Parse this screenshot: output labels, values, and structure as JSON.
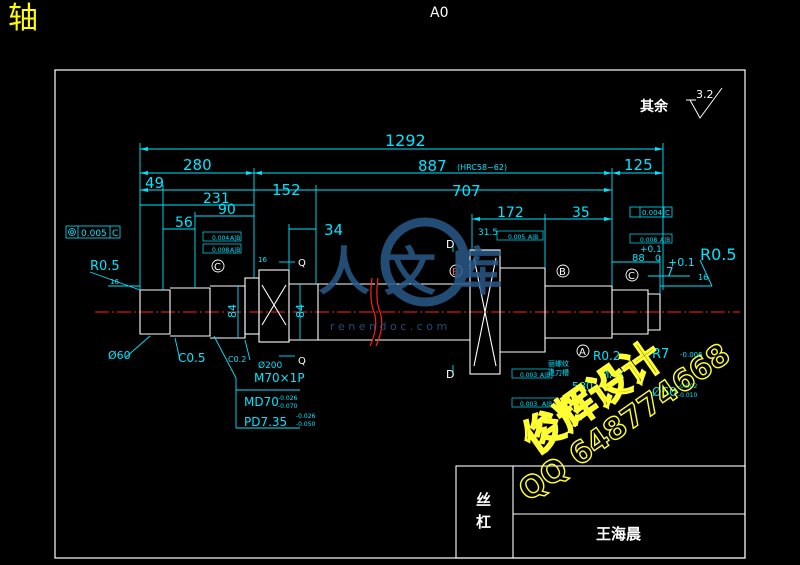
{
  "page": {
    "corner_title": "轴",
    "sheet_size": "A0"
  },
  "colors": {
    "background": "#000000",
    "frame": "#ffffff",
    "dimension": "#00e5ff",
    "part": "#ffffff",
    "centerline": "#ff2020",
    "watermark_yellow": "#ffff33",
    "watermark_blue": "#2a5a8a"
  },
  "drawing": {
    "roughness_note": "其余",
    "roughness_value": "3.2",
    "dimensions": {
      "overall": "1292",
      "d280": "280",
      "d887": "887",
      "hardness": "(HRC58~62)",
      "d125": "125",
      "d49": "49",
      "d231": "231",
      "d152": "152",
      "d707": "707",
      "d90": "90",
      "d56": "56",
      "d34": "34",
      "d172": "172",
      "d35": "35",
      "d31_5": "31.5",
      "d88": "88",
      "tol_plus01a": "+0.1",
      "tol_zero_a": "0",
      "tol_plus01b": "+0.1",
      "d7": "7",
      "d16a": "16",
      "d16b": "16",
      "d16c": "16",
      "d84a": "84",
      "d84b": "84",
      "r05_left": "R0.5",
      "r05_right": "R0.5",
      "r7": "R7",
      "r02": "R0.2",
      "phi60": "Ø60",
      "c05": "C0.5",
      "c02": "C0.2",
      "phi200": "Ø200",
      "m70": "M70×1P",
      "md70": "MD70",
      "md70_tol_up": "-0.026",
      "md70_tol_dn": "-0.070",
      "pd735": "PD7.35",
      "pd_tol_up": "-0.026",
      "pd_tol_dn": "-0.050",
      "phi60_right": "Ø60",
      "phi60_tol_up": "-0.002",
      "phi60_tol_dn": "-0.010",
      "max": "MAX",
      "d580": "580",
      "tol_r7": "-0.006"
    },
    "callouts": {
      "fcf_left": "0.005",
      "fcf_left_datum": "C",
      "fcf_right": "0.004",
      "fcf_right_datum": "C",
      "fcf_mid1": "0.004",
      "fcf_mid1_datum": "A|B",
      "fcf_mid2": "0.008",
      "fcf_mid2_datum": "A|B",
      "fcf_mid3": "0.005",
      "fcf_mid3_datum": "A|B",
      "fcf_mid4": "0.008",
      "fcf_mid4_datum": "A|B",
      "fcf_low1": "0.003",
      "fcf_low1_datum": "A|B",
      "fcf_low2": "0.003",
      "fcf_low2_datum": "A|B",
      "datum_c_left": "C",
      "datum_c_right": "C",
      "datum_b_left": "B",
      "datum_b_right": "B",
      "datum_a": "A",
      "section_d_top": "D",
      "section_d_bottom": "D",
      "section_q_top": "Q",
      "section_q_bottom": "Q",
      "note_thread": "丽螺纹\n退刀槽"
    }
  },
  "watermark": {
    "site": "r e n  e n d o c . c o m",
    "mark_chars": "人文库",
    "designer": "俊辉设计",
    "qq": "QQ 648774668"
  },
  "title_block": {
    "part_name": "丝\n杠",
    "author": "王海晨"
  }
}
